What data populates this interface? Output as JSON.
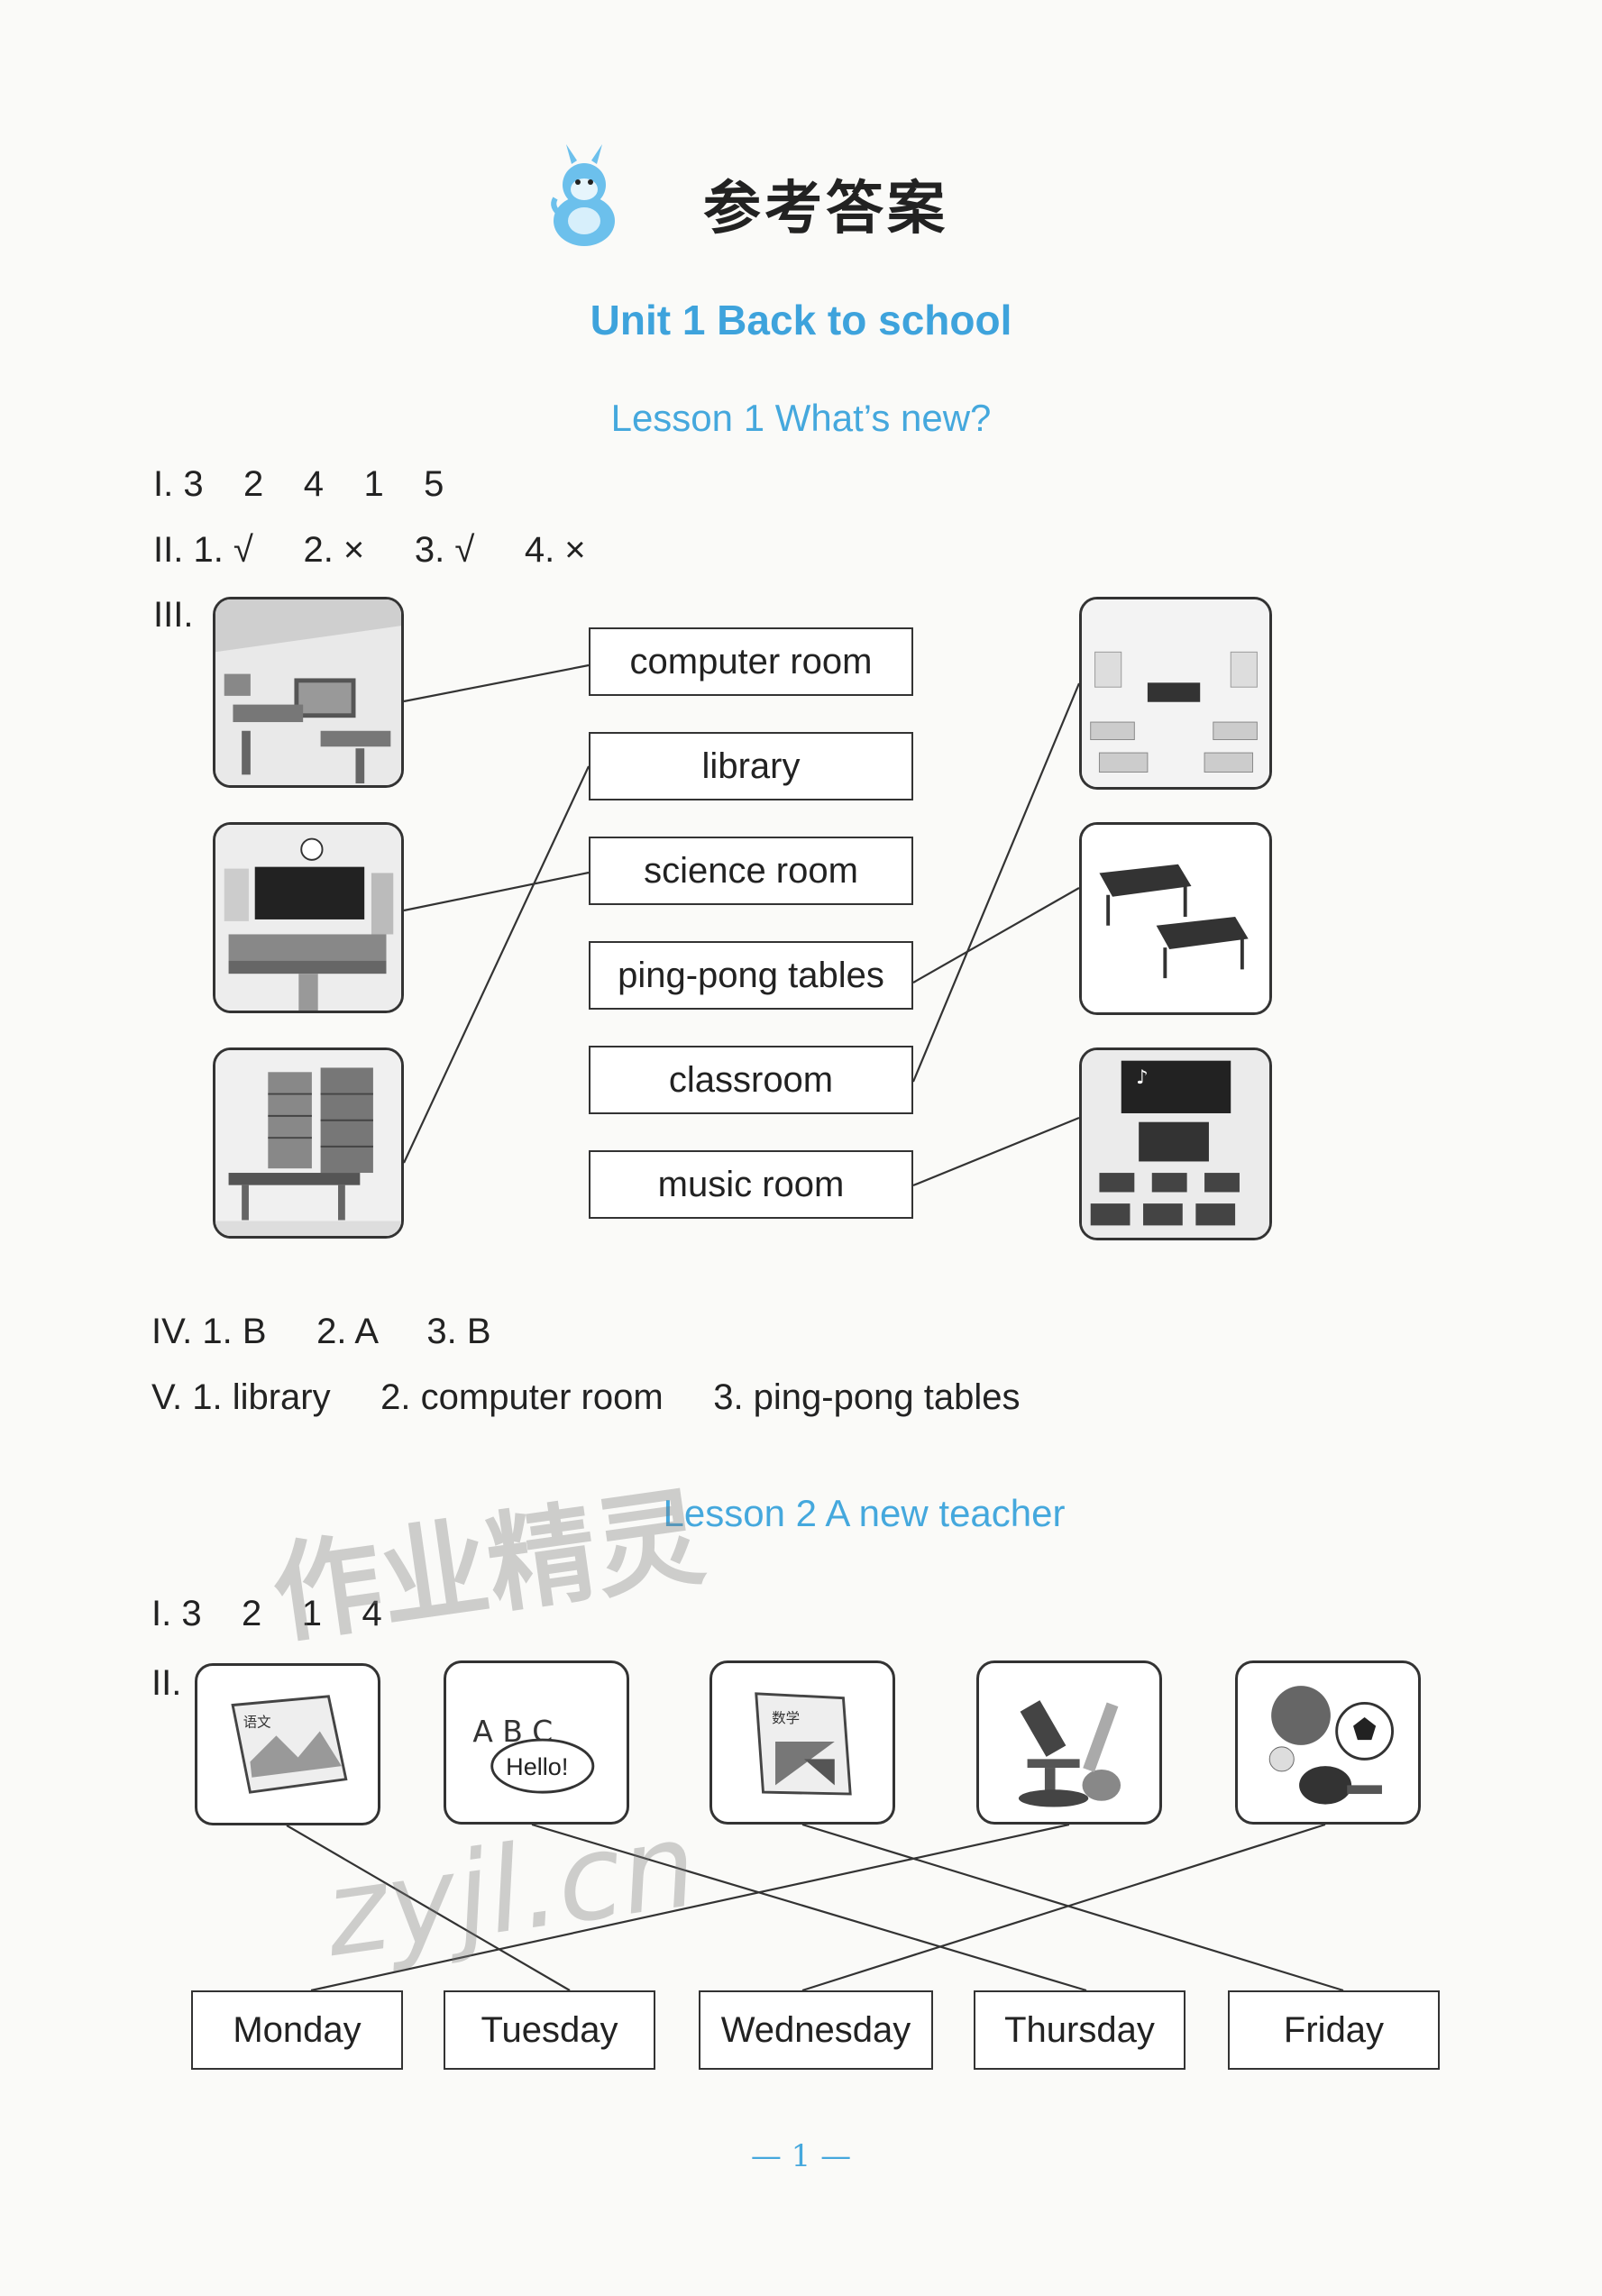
{
  "header": {
    "title_cn": "参考答案",
    "unit_title": "Unit 1 Back to school"
  },
  "lesson1": {
    "title": "Lesson 1 What’s new?",
    "part1": "I. 3    2    4    1    5",
    "part2": "II. 1. √     2. ×     3. √     4. ×",
    "part3_label": "III.",
    "words": [
      "computer room",
      "library",
      "science room",
      "ping-pong tables",
      "classroom",
      "music room"
    ],
    "part4": "IV. 1. B     2. A     3. B",
    "part5": "V. 1. library     2. computer room     3. ping-pong tables"
  },
  "lesson2": {
    "title": "Lesson 2 A new teacher",
    "part1": "I. 3    2    1    4",
    "part2_label": "II.",
    "icon_texts": {
      "chinese_book": "语文",
      "english_letters": "A B C",
      "english_hello": "Hello!",
      "math_book": "数学"
    },
    "days": [
      "Monday",
      "Tuesday",
      "Wednesday",
      "Thursday",
      "Friday"
    ]
  },
  "watermark": {
    "text1": "作业精灵",
    "text2": "zyjl.cn"
  },
  "footer": {
    "page_number": "— 1 —"
  },
  "colors": {
    "accent_blue": "#3ea3dc",
    "line_color": "#333333"
  }
}
